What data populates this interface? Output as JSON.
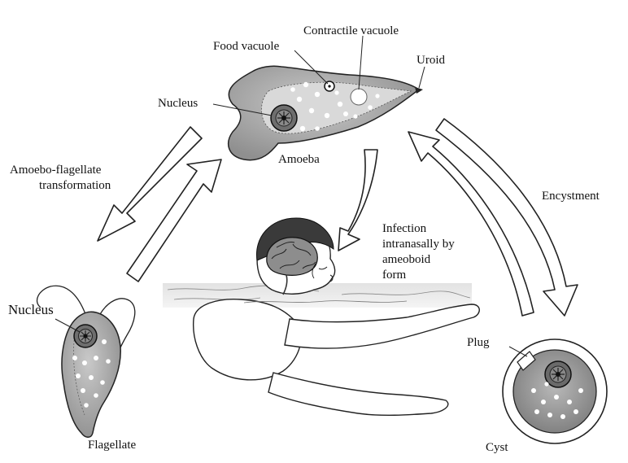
{
  "figure": {
    "stages": {
      "amoeba": "Amoeba",
      "flagellate": "Flagellate",
      "cyst": "Cyst"
    },
    "parts": {
      "food_vacuole": "Food vacuole",
      "contractile_vacuole": "Contractile vacuole",
      "uroid": "Uroid",
      "nucleus_amoeba": "Nucleus",
      "nucleus_flagellate": "Nucleus",
      "plug": "Plug"
    },
    "transitions": {
      "transformation_line1": "Amoebo-flagellate",
      "transformation_line2": "transformation",
      "encystment": "Encystment",
      "infection_line1": "Infection",
      "infection_line2": "intranasally by",
      "infection_line3": "ameoboid",
      "infection_line4": "form"
    }
  }
}
